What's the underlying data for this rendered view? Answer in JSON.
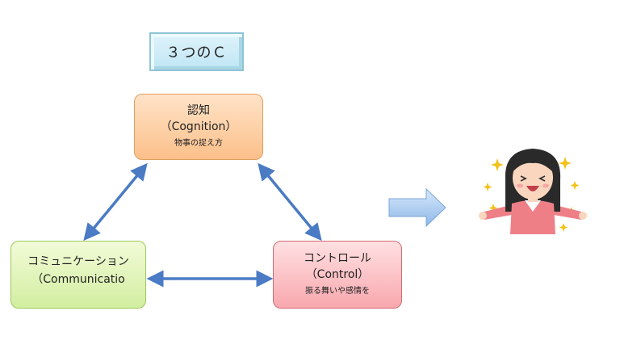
{
  "title": "３つのＣ",
  "nodes": {
    "cognition": {
      "label": "認知",
      "english": "（Cognition）",
      "desc": "物事の捉え方"
    },
    "communication": {
      "label": "コミュニケーション",
      "english": "（Communicatio"
    },
    "control": {
      "label": "コントロール",
      "english": "（Control）",
      "desc": "振る舞いや感情を"
    }
  },
  "colors": {
    "arrow": "#4a7bc4",
    "title_box": "#bfe6f4",
    "cognition": "#fcc08a",
    "communication": "#d2eea0",
    "control": "#f8a8ae",
    "result_arrow": "#9ec3ec"
  },
  "illustration": "happy-woman-icon"
}
